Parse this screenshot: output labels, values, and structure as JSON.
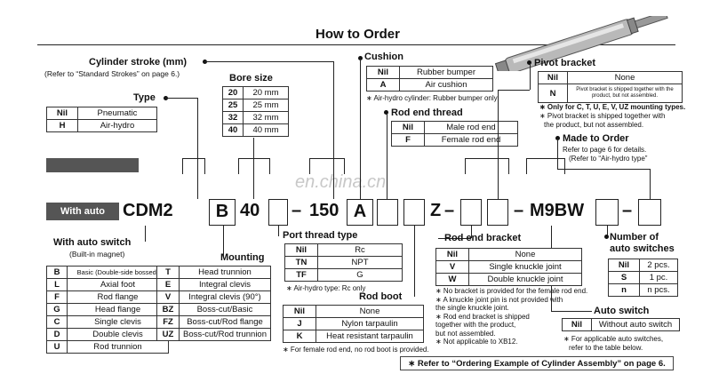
{
  "title": "How to Order",
  "stroke": {
    "label": "Cylinder stroke (mm)",
    "note": "(Refer to “Standard Strokes” on page 6.)"
  },
  "type": {
    "label": "Type",
    "rows": [
      {
        "code": "Nil",
        "value": "Pneumatic"
      },
      {
        "code": "H",
        "value": "Air-hydro"
      }
    ]
  },
  "bore": {
    "label": "Bore size",
    "rows": [
      {
        "code": "20",
        "value": "20 mm"
      },
      {
        "code": "25",
        "value": "25 mm"
      },
      {
        "code": "32",
        "value": "32 mm"
      },
      {
        "code": "40",
        "value": "40 mm"
      }
    ]
  },
  "cushion": {
    "label": "Cushion",
    "rows": [
      {
        "code": "Nil",
        "value": "Rubber bumper"
      },
      {
        "code": "A",
        "value": "Air cushion"
      }
    ],
    "note": "∗ Air-hydro cylinder: Rubber bumper only"
  },
  "rodthread": {
    "label": "Rod end thread",
    "rows": [
      {
        "code": "Nil",
        "value": "Male rod end"
      },
      {
        "code": "F",
        "value": "Female rod end"
      }
    ]
  },
  "pivot": {
    "label": "Pivot bracket",
    "rows": [
      {
        "code": "Nil",
        "value": "None"
      },
      {
        "code": "N",
        "value": "Pivot bracket is shipped together with the product, but not assembled."
      }
    ],
    "note1": "∗ Only for C, T, U, E, V, UZ mounting types.",
    "note2": "∗ Pivot bracket is shipped together with",
    "note3": "the product, but not assembled."
  },
  "made": {
    "label": "Made to Order",
    "note1": "Refer to page 6 for details.",
    "note2": "(Refer to “Air-hydro type”"
  },
  "model": {
    "badge": "With auto switch",
    "prefix": "CDM2",
    "mount": "B",
    "bore": "40",
    "stroke": "150",
    "cushion": "A",
    "z": "Z",
    "switch": "M9BW",
    "dash": "–"
  },
  "autosw": {
    "label": "With auto switch",
    "note": "(Built-in magnet)"
  },
  "mounting": {
    "label": "Mounting",
    "left": [
      {
        "code": "B",
        "value": "Basic (Double-side bossed)"
      },
      {
        "code": "L",
        "value": "Axial foot"
      },
      {
        "code": "F",
        "value": "Rod flange"
      },
      {
        "code": "G",
        "value": "Head flange"
      },
      {
        "code": "C",
        "value": "Single clevis"
      },
      {
        "code": "D",
        "value": "Double clevis"
      },
      {
        "code": "U",
        "value": "Rod trunnion"
      }
    ],
    "right": [
      {
        "code": "T",
        "value": "Head trunnion"
      },
      {
        "code": "E",
        "value": "Integral clevis"
      },
      {
        "code": "V",
        "value": "Integral clevis (90°)"
      },
      {
        "code": "BZ",
        "value": "Boss-cut/Basic"
      },
      {
        "code": "FZ",
        "value": "Boss-cut/Rod flange"
      },
      {
        "code": "UZ",
        "value": "Boss-cut/Rod trunnion"
      }
    ]
  },
  "port": {
    "label": "Port thread type",
    "rows": [
      {
        "code": "Nil",
        "value": "Rc"
      },
      {
        "code": "TN",
        "value": "NPT"
      },
      {
        "code": "TF",
        "value": "G"
      }
    ],
    "note": "∗ Air-hydro type: Rc only"
  },
  "boot": {
    "label": "Rod boot",
    "rows": [
      {
        "code": "Nil",
        "value": "None"
      },
      {
        "code": "J",
        "value": "Nylon tarpaulin"
      },
      {
        "code": "K",
        "value": "Heat resistant tarpaulin"
      }
    ],
    "note": "∗ For female rod end, no rod boot is provided."
  },
  "rodbracket": {
    "label": "Rod end bracket",
    "rows": [
      {
        "code": "Nil",
        "value": "None"
      },
      {
        "code": "V",
        "value": "Single knuckle joint"
      },
      {
        "code": "W",
        "value": "Double knuckle joint"
      }
    ],
    "notes": [
      "∗ No bracket is provided for the female rod end.",
      "∗ A knuckle joint pin is not provided with",
      "   the single knuckle joint.",
      "∗ Rod end bracket is shipped",
      "   together with the product,",
      "   but not assembled.",
      "∗ Not applicable to XB12."
    ]
  },
  "numsw": {
    "label1": "Number of",
    "label2": "auto switches",
    "rows": [
      {
        "code": "Nil",
        "value": "2 pcs."
      },
      {
        "code": "S",
        "value": "1 pc."
      },
      {
        "code": "n",
        "value": "n pcs."
      }
    ]
  },
  "autoswitch": {
    "label": "Auto switch",
    "rows": [
      {
        "code": "Nil",
        "value": "Without auto switch"
      }
    ],
    "note1": "∗ For applicable auto switches,",
    "note2": "refer to the table below."
  },
  "footer": "∗ Refer to “Ordering Example of Cylinder Assembly” on page 6.",
  "watermark": "en.china.cn"
}
